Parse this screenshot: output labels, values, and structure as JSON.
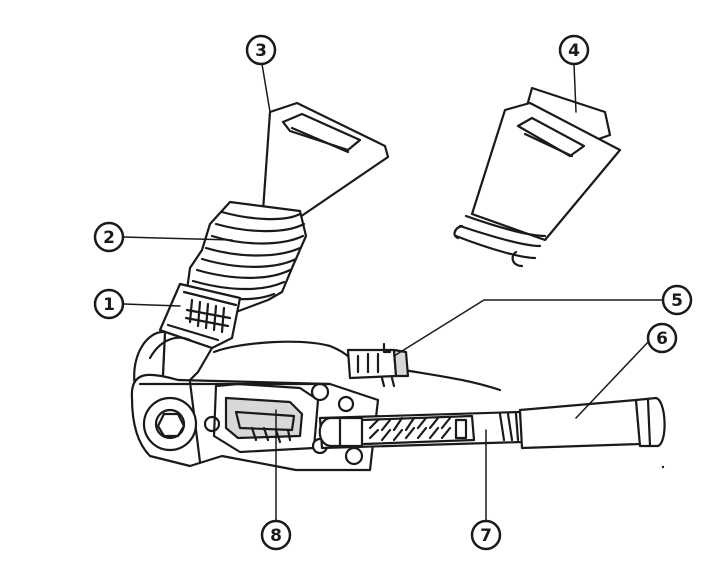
{
  "callouts": [
    {
      "id": "1",
      "label": "1"
    },
    {
      "id": "2",
      "label": "2"
    },
    {
      "id": "3",
      "label": "3"
    },
    {
      "id": "4",
      "label": "4"
    },
    {
      "id": "5",
      "label": "5"
    },
    {
      "id": "6",
      "label": "6"
    },
    {
      "id": "7",
      "label": "7"
    },
    {
      "id": "8",
      "label": "8"
    }
  ],
  "colors": {
    "ink": "#1a1a1a",
    "paper": "#ffffff",
    "shade": "#d8d8d8"
  }
}
